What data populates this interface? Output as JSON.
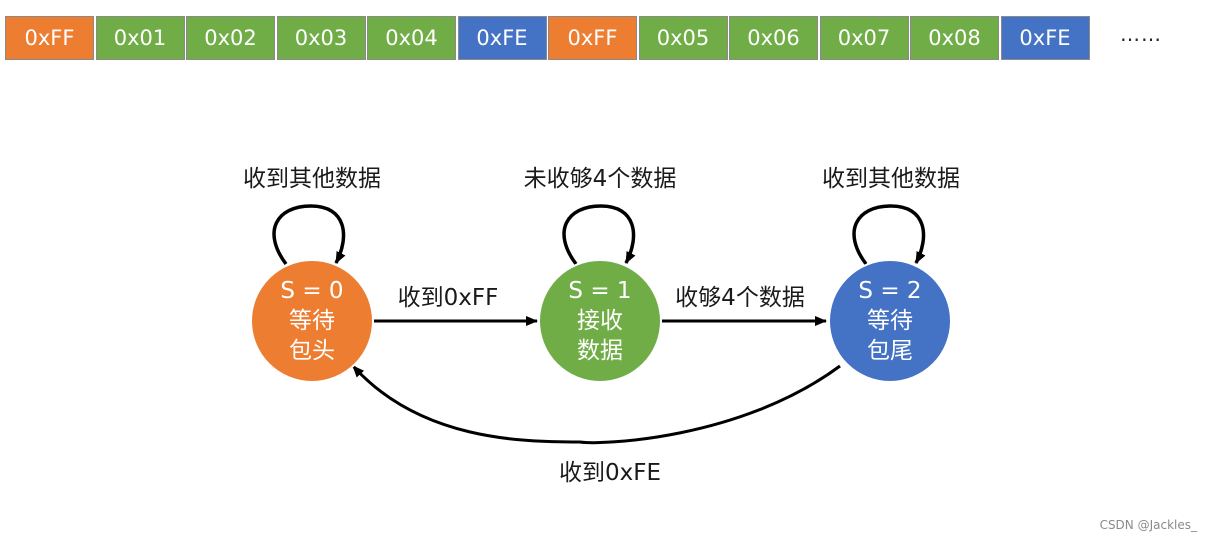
{
  "packet": {
    "bytes": [
      {
        "text": "0xFF",
        "color": "#ED7D31"
      },
      {
        "text": "0x01",
        "color": "#70AD47"
      },
      {
        "text": "0x02",
        "color": "#70AD47"
      },
      {
        "text": "0x03",
        "color": "#70AD47"
      },
      {
        "text": "0x04",
        "color": "#70AD47"
      },
      {
        "text": "0xFE",
        "color": "#4472C4"
      },
      {
        "text": "0xFF",
        "color": "#ED7D31"
      },
      {
        "text": "0x05",
        "color": "#70AD47"
      },
      {
        "text": "0x06",
        "color": "#70AD47"
      },
      {
        "text": "0x07",
        "color": "#70AD47"
      },
      {
        "text": "0x08",
        "color": "#70AD47"
      },
      {
        "text": "0xFE",
        "color": "#4472C4"
      }
    ],
    "ellipsis": "……"
  },
  "states": [
    {
      "line1": "S = 0",
      "line2": "等待",
      "line3": "包头",
      "color": "#ED7D31"
    },
    {
      "line1": "S = 1",
      "line2": "接收",
      "line3": "数据",
      "color": "#70AD47"
    },
    {
      "line1": "S = 2",
      "line2": "等待",
      "line3": "包尾",
      "color": "#4472C4"
    }
  ],
  "loops": {
    "s0": "收到其他数据",
    "s1": "未收够4个数据",
    "s2": "收到其他数据"
  },
  "transitions": {
    "s0_to_s1": "收到0xFF",
    "s1_to_s2": "收够4个数据",
    "s2_to_s0": "收到0xFE"
  },
  "watermark": "CSDN @Jackles_"
}
